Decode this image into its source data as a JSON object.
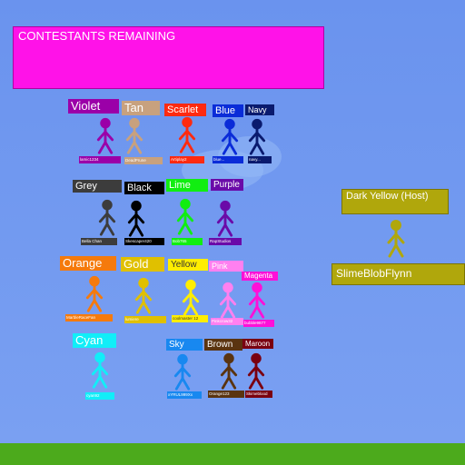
{
  "banner": {
    "title": "CONTESTANTS REMAINING"
  },
  "host": {
    "title": "Dark Yellow (Host)",
    "username": "SlimeBlobFlynn",
    "color": "#b0a70c"
  },
  "contestants": [
    {
      "name": "Violet",
      "username": "lamic1234",
      "color": "#9b00a8",
      "label_text_color": "#ffffff"
    },
    {
      "name": "Tan",
      "username": "DeadPrune",
      "color": "#c8a17e",
      "label_text_color": "#ffffff"
    },
    {
      "name": "Scarlet",
      "username": "Artiplay2",
      "color": "#ff2a10",
      "label_text_color": "#ffffff"
    },
    {
      "name": "Blue",
      "username": "blue...",
      "color": "#0a2cd8",
      "label_text_color": "#ffffff"
    },
    {
      "name": "Navy",
      "username": "navy...",
      "color": "#0a1a6e",
      "label_text_color": "#ffffff"
    },
    {
      "name": "Grey",
      "username": "Bella Chan",
      "color": "#3c3c3c",
      "label_text_color": "#ffffff"
    },
    {
      "name": "Black",
      "username": "Skescaper420",
      "color": "#000000",
      "label_text_color": "#ffffff"
    },
    {
      "name": "Lime",
      "username": "Bob765",
      "color": "#11ee11",
      "label_text_color": "#ffffff"
    },
    {
      "name": "Purple",
      "username": "RapStudios",
      "color": "#6a0aa8",
      "label_text_color": "#ffffff"
    },
    {
      "name": "Orange",
      "username": "MarbleRaceFan",
      "color": "#f57a0c",
      "label_text_color": "#ffffff"
    },
    {
      "name": "Gold",
      "username": "lumiere",
      "color": "#e0c000",
      "label_text_color": "#ffffff"
    },
    {
      "name": "Yellow",
      "username": "coolmaster 12",
      "color": "#ffee00",
      "label_text_color": "#333333"
    },
    {
      "name": "Pink",
      "username": "Pinkcrow32",
      "color": "#ff80f0",
      "label_text_color": "#ffffff"
    },
    {
      "name": "Magenta",
      "username": "bubble9877",
      "color": "#ff10d8",
      "label_text_color": "#ffffff"
    },
    {
      "name": "Cyan",
      "username": "cyan92",
      "color": "#11eef8",
      "label_text_color": "#ffffff"
    },
    {
      "name": "Sky",
      "username": "xYRUL999Xx",
      "color": "#1888f0",
      "label_text_color": "#ffffff"
    },
    {
      "name": "Brown",
      "username": "Orange123",
      "color": "#5a3410",
      "label_text_color": "#ffffff"
    },
    {
      "name": "Maroon",
      "username": "Skimeblood",
      "color": "#7a0010",
      "label_text_color": "#ffffff"
    }
  ]
}
